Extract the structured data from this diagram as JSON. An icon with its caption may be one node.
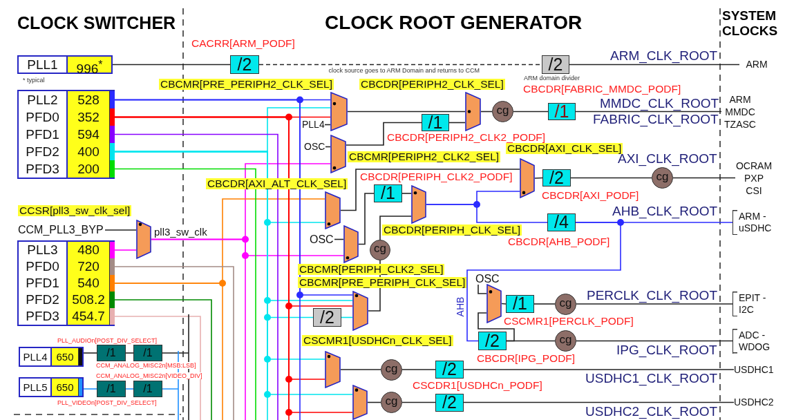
{
  "diagram": {
    "nodes": [
      {
        "text": [
          "PLL1",
          "996$^{*}$"
        ],
        "beside": [
          "* typical"
        ]
      },
      {
        "text": [],
        "shape": "box"
      },
      {
        "text": [
          "PLL2",
          "528"
        ],
        "in": 1
      },
      {
        "text": [
          "PFD0",
          "352"
        ],
        "in": 1
      },
      {
        "text": [
          "PFD1",
          "594"
        ],
        "in": 1
      },
      {
        "text": [
          "PFD2",
          "400"
        ],
        "in": 1
      },
      {
        "text": [
          "PFD3",
          "200"
        ],
        "in": 1
      },
      {
        "text": [
          "/2"
        ],
        "beside": [
          "CACRR[ARM_PODF]"
        ]
      },
      {
        "text": [
          "/2"
        ],
        "beside": [
          "ARM domain divider"
        ]
      },
      {
        "text": [
          "ARM"
        ]
      },
      {
        "text": [
          "PLL4"
        ]
      },
      {
        "text": [],
        "shape": "trapezoid",
        "beside": [
          "CBCMR[PRE_PERIPH2_CLK_SEL]"
        ]
      },
      {
        "text": [
          "OSC"
        ]
      },
      {
        "text": [],
        "shape": "trapezoid",
        "beside": [
          "CBCMR[PERIPH2_CLK2_SEL]"
        ]
      },
      {
        "text": [
          "/1"
        ],
        "beside": [
          "CBCDR[PERIPH2_CLK2_PODF]"
        ]
      },
      {
        "text": [],
        "shape": "trapezoid",
        "beside": [
          "CBCDR[PERIPH2_CLK_SEL]"
        ]
      },
      {
        "text": [
          "cg"
        ]
      },
      {
        "text": [
          "/1"
        ],
        "beside": [
          "CBCDR[FABRIC_MMDC_PODF]"
        ]
      },
      {
        "text": [
          "ARM MMDC TZASC"
        ]
      },
      {
        "text": [],
        "shape": "trapezoid",
        "beside": [
          "CBCDR[AXI_ALT_CLK_SEL]"
        ]
      },
      {
        "text": [],
        "shape": "trapezoid",
        "beside": [
          "CBCDR[AXI_CLK_SEL]"
        ]
      },
      {
        "text": [
          "/2"
        ],
        "beside": [
          "CBCDR[AXI_PODF]"
        ]
      },
      {
        "text": [
          "cg"
        ]
      },
      {
        "text": [
          "OCRAM PXP CSI"
        ]
      },
      {
        "text": [
          "CCM_PLL3_BYP"
        ]
      },
      {
        "text": [],
        "shape": "trapezoid",
        "beside": [
          "CCSR[pll3_sw_clk_sel]"
        ]
      },
      {
        "text": [],
        "shape": "box"
      },
      {
        "text": [
          "PLL3",
          "480"
        ],
        "in": 26
      },
      {
        "text": [
          "PFD0",
          "720"
        ],
        "in": 26
      },
      {
        "text": [
          "PFD1",
          "540"
        ],
        "in": 26
      },
      {
        "text": [
          "PFD2",
          "508.2"
        ],
        "in": 26
      },
      {
        "text": [
          "PFD3",
          "454.7"
        ],
        "in": 26
      },
      {
        "text": [
          "OSC"
        ]
      },
      {
        "text": [],
        "shape": "trapezoid",
        "beside": [
          "CBCMR[PERIPH_CLK2_SEL]"
        ]
      },
      {
        "text": [
          "/1"
        ],
        "beside": [
          "CBCDR[PERIPH_CLK2_PODF]"
        ]
      },
      {
        "text": [],
        "shape": "trapezoid",
        "beside": [
          "CBCDR[PERIPH_CLK_SEL]"
        ]
      },
      {
        "text": [
          "/4"
        ],
        "beside": [
          "CBCDR[AHB_PODF]"
        ]
      },
      {
        "text": [
          "ARM - uSDHC"
        ]
      },
      {
        "text": [
          "cg"
        ]
      },
      {
        "text": [],
        "shape": "trapezoid",
        "beside": [
          "CBCMR[PRE_PERIPH_CLK_SEL]"
        ]
      },
      {
        "text": [
          "/2"
        ]
      },
      {
        "text": [
          "OSC"
        ]
      },
      {
        "text": [],
        "shape": "trapezoid"
      },
      {
        "text": [
          "/1"
        ],
        "beside": [
          "CSCMR1[PERCLK_PODF]"
        ]
      },
      {
        "text": [
          "cg"
        ]
      },
      {
        "text": [
          "EPIT - I2C"
        ]
      },
      {
        "text": [
          "/2"
        ],
        "beside": [
          "CBCDR[IPG_PODF]"
        ]
      },
      {
        "text": [
          "cg"
        ]
      },
      {
        "text": [
          "ADC - WDOG"
        ]
      },
      {
        "text": [
          "PLL4",
          "650"
        ]
      },
      {
        "text": [
          "/1"
        ],
        "beside": [
          "PLL_AUDIOn[POST_DIV_SELECT]"
        ]
      },
      {
        "text": [
          "/1"
        ],
        "beside": [
          "CCM_ANALOG_MISC2n[MSB:LSB]"
        ]
      },
      {
        "text": [
          "PLL5",
          "650"
        ]
      },
      {
        "text": [
          "/1"
        ],
        "beside": [
          "PLL_VIDEOn[POST_DIV_SELECT]"
        ]
      },
      {
        "text": [
          "/1"
        ],
        "beside": [
          "CCM_ANALOG_MISC2n[VIDEO_DIV]"
        ]
      },
      {
        "text": [],
        "shape": "trapezoid",
        "beside": [
          "CSCMR1[USDHCn_CLK_SEL]"
        ]
      },
      {
        "text": [
          "cg"
        ]
      },
      {
        "text": [
          "/2"
        ],
        "beside": [
          "CSCDR1[USDHCn_PODF]"
        ]
      },
      {
        "text": [
          "USDHC1"
        ]
      },
      {
        "text": [],
        "shape": "trapezoid"
      },
      {
        "text": [
          "cg"
        ]
      },
      {
        "text": [
          "/2"
        ]
      },
      {
        "text": [
          "USDHC2"
        ]
      }
    ],
    "edges": [
      {
        "from": 0,
        "to": 7,
        "arrow": "none"
      },
      {
        "from": 7,
        "to": 8,
        "arrow": "none",
        "style": "dashed",
        "label": "clock source goes to ARM Domain and returns to CCM"
      },
      {
        "from": 8,
        "to": 9,
        "arrow": "none"
      },
      {
        "from": 2,
        "to": 11,
        "arrow": "none",
        "color": "#2b2bff"
      },
      {
        "from": 5,
        "to": 11,
        "arrow": "none",
        "color": "#00e5ee"
      },
      {
        "from": 3,
        "to": 11,
        "arrow": "none",
        "color": "#ff0000"
      },
      {
        "from": 10,
        "to": 11,
        "arrow": "none"
      },
      {
        "from": 12,
        "to": 13,
        "arrow": "none"
      },
      {
        "from": 25,
        "to": 13,
        "arrow": "none",
        "color": "#ff00ff"
      },
      {
        "from": 11,
        "to": 15,
        "arrow": "none"
      },
      {
        "from": 13,
        "to": 14,
        "arrow": "none"
      },
      {
        "from": 14,
        "to": 15,
        "arrow": "none"
      },
      {
        "from": 15,
        "to": 16,
        "arrow": "none"
      },
      {
        "from": 16,
        "to": 17,
        "arrow": "none"
      },
      {
        "from": 17,
        "to": 18,
        "arrow": "none"
      },
      {
        "from": 29,
        "to": 19,
        "arrow": "none",
        "color": "#ff8000"
      },
      {
        "from": 5,
        "to": 19,
        "arrow": "none",
        "color": "#00e5ee"
      },
      {
        "from": 19,
        "to": 20,
        "arrow": "none"
      },
      {
        "from": 35,
        "to": 20,
        "arrow": "none",
        "color": "#2b2bff"
      },
      {
        "from": 20,
        "to": 21,
        "arrow": "none"
      },
      {
        "from": 21,
        "to": 22,
        "arrow": "none"
      },
      {
        "from": 22,
        "to": 23,
        "arrow": "none"
      },
      {
        "from": 24,
        "to": 25,
        "arrow": "none"
      },
      {
        "from": 27,
        "to": 25,
        "arrow": "none",
        "color": "#ff00ff"
      },
      {
        "from": 32,
        "to": 33,
        "arrow": "none"
      },
      {
        "from": 25,
        "to": 33,
        "arrow": "none",
        "color": "#ff00ff"
      },
      {
        "from": 33,
        "to": 34,
        "arrow": "none"
      },
      {
        "from": 34,
        "to": 35,
        "arrow": "none"
      },
      {
        "from": 39,
        "to": 38,
        "arrow": "none"
      },
      {
        "from": 38,
        "to": 35,
        "arrow": "none"
      },
      {
        "from": 35,
        "to": 36,
        "arrow": "none",
        "color": "#2b2bff"
      },
      {
        "from": 36,
        "to": 37,
        "arrow": "none",
        "color": "#2b2bff"
      },
      {
        "from": 36,
        "to": 46,
        "arrow": "none",
        "color": "#2b2bff"
      },
      {
        "from": 2,
        "to": 39,
        "arrow": "none",
        "color": "#2b2bff"
      },
      {
        "from": 5,
        "to": 39,
        "arrow": "none",
        "color": "#00e5ee"
      },
      {
        "from": 3,
        "to": 39,
        "arrow": "none",
        "color": "#ff0000"
      },
      {
        "from": 5,
        "to": 40,
        "arrow": "none",
        "color": "#00e5ee"
      },
      {
        "from": 40,
        "to": 39,
        "arrow": "none",
        "color": "#00e5ee"
      },
      {
        "from": 41,
        "to": 42,
        "arrow": "none"
      },
      {
        "from": 46,
        "to": 42,
        "arrow": "none"
      },
      {
        "from": 42,
        "to": 43,
        "arrow": "none"
      },
      {
        "from": 43,
        "to": 44,
        "arrow": "none"
      },
      {
        "from": 44,
        "to": 45,
        "arrow": "none"
      },
      {
        "from": 46,
        "to": 47,
        "arrow": "none"
      },
      {
        "from": 47,
        "to": 48,
        "arrow": "none"
      },
      {
        "from": 49,
        "to": 50,
        "arrow": "none"
      },
      {
        "from": 50,
        "to": 51,
        "arrow": "none"
      },
      {
        "from": 52,
        "to": 53,
        "arrow": "none",
        "color": "#1e90ff"
      },
      {
        "from": 53,
        "to": 54,
        "arrow": "none",
        "color": "#1e90ff"
      },
      {
        "from": 5,
        "to": 55,
        "arrow": "none",
        "color": "#00e5ee"
      },
      {
        "from": 3,
        "to": 55,
        "arrow": "none",
        "color": "#ff0000"
      },
      {
        "from": 55,
        "to": 56,
        "arrow": "none"
      },
      {
        "from": 56,
        "to": 57,
        "arrow": "none"
      },
      {
        "from": 57,
        "to": 58,
        "arrow": "none"
      },
      {
        "from": 5,
        "to": 59,
        "arrow": "none",
        "color": "#00e5ee"
      },
      {
        "from": 3,
        "to": 59,
        "arrow": "none",
        "color": "#ff0000"
      },
      {
        "from": 59,
        "to": 60,
        "arrow": "none"
      },
      {
        "from": 60,
        "to": 61,
        "arrow": "none"
      },
      {
        "from": 61,
        "to": 62,
        "arrow": "none"
      },
      {
        "from": 2,
        "to": null,
        "arrow": "none",
        "color": "#2b2bff"
      },
      {
        "from": 3,
        "to": null,
        "arrow": "none",
        "color": "#ff0000"
      },
      {
        "from": 4,
        "to": null,
        "arrow": "none",
        "color": "#8800ff"
      },
      {
        "from": 5,
        "to": null,
        "arrow": "none",
        "color": "#00e5ee"
      },
      {
        "from": 6,
        "to": null,
        "arrow": "none",
        "color": "#00dd00"
      },
      {
        "from": 25,
        "to": null,
        "arrow": "none",
        "color": "#ff00ff"
      },
      {
        "from": 28,
        "to": null,
        "arrow": "none",
        "color": "#a48c86"
      },
      {
        "from": 29,
        "to": null,
        "arrow": "none",
        "color": "#ff8000"
      },
      {
        "from": 30,
        "to": null,
        "arrow": "none",
        "color": "#008a00"
      },
      {
        "from": 31,
        "to": null,
        "arrow": "none",
        "color": "#e8b0b0"
      },
      {
        "from": 51,
        "to": null,
        "arrow": "none"
      },
      {
        "from": 54,
        "to": null,
        "arrow": "none",
        "color": "#1e90ff"
      }
    ],
    "labels": [
      "CLOCK SWITCHER",
      "CLOCK ROOT GENERATOR",
      "SYSTEM CLOCKS",
      "ARM_CLK_ROOT",
      "MMDC_CLK_ROOT",
      "FABRIC_CLK_ROOT",
      "AXI_CLK_ROOT",
      "pll3_sw_clk",
      "AHB_CLK_ROOT",
      "AHB",
      "PERCLK_CLK_ROOT",
      "IPG_CLK_ROOT",
      "USDHC1_CLK_ROOT",
      "USDHC2_CLK_ROOT"
    ]
  }
}
